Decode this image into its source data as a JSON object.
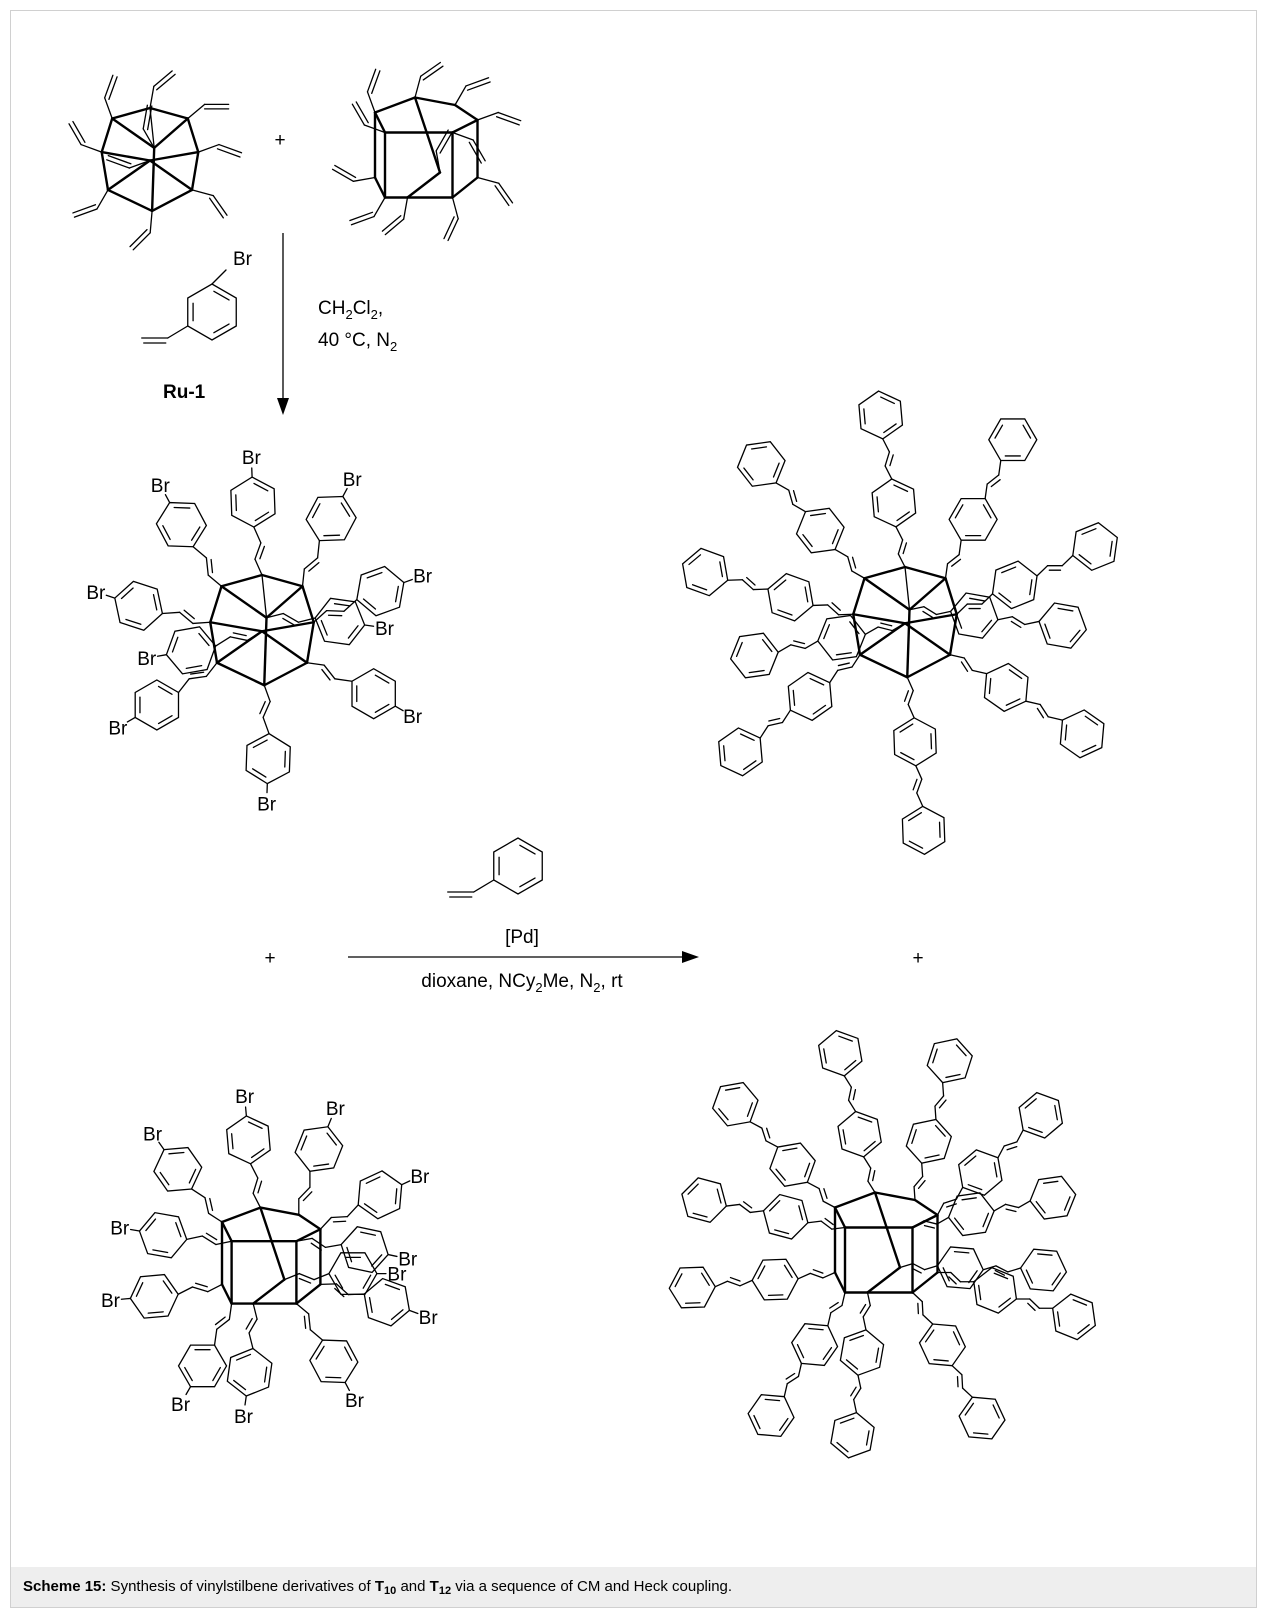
{
  "labels": {
    "plus": "+",
    "ru_catalyst": "Ru-1",
    "substituent_br": "Br",
    "cm_conditions_line1": "CH2Cl2,",
    "cm_conditions_line2": "40 °C, N2",
    "pd_catalyst": "[Pd]",
    "heck_conditions": "dioxane, NCy2Me, N2, rt"
  },
  "caption": {
    "label": "Scheme 15:",
    "text_before": " Synthesis of vinylstilbene derivatives of ",
    "compound_a": "T",
    "compound_a_sub": "10",
    "text_mid": " and ",
    "compound_b": "T",
    "compound_b_sub": "12",
    "text_after": " via a sequence of CM and Heck coupling."
  },
  "colors": {
    "ink": "#000000",
    "caption_background": "#eeeeee",
    "frame_border": "#d0d0d0"
  }
}
